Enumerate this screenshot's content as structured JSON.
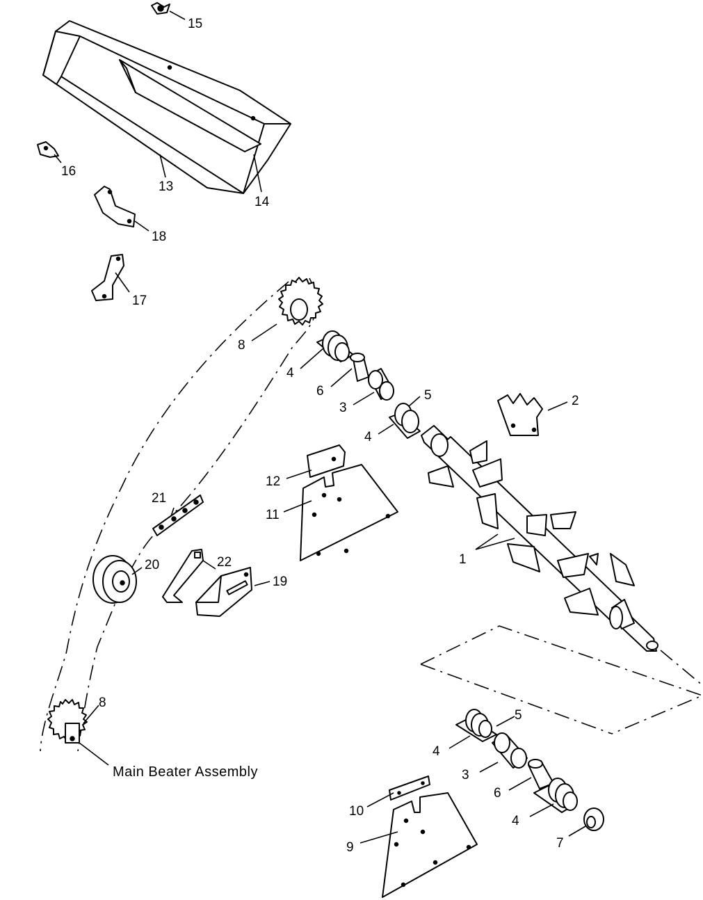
{
  "labels": {
    "l1": "1",
    "l2": "2",
    "l3a": "3",
    "l3b": "3",
    "l4a": "4",
    "l4b": "4",
    "l4c": "4",
    "l4d": "4",
    "l5a": "5",
    "l5b": "5",
    "l6a": "6",
    "l6b": "6",
    "l7": "7",
    "l8a": "8",
    "l8b": "8",
    "l9": "9",
    "l10": "10",
    "l11": "11",
    "l12": "12",
    "l13": "13",
    "l14": "14",
    "l15": "15",
    "l16": "16",
    "l17": "17",
    "l18": "18",
    "l19": "19",
    "l20": "20",
    "l21": "21",
    "l22": "22"
  },
  "caption": "Main Beater Assembly"
}
